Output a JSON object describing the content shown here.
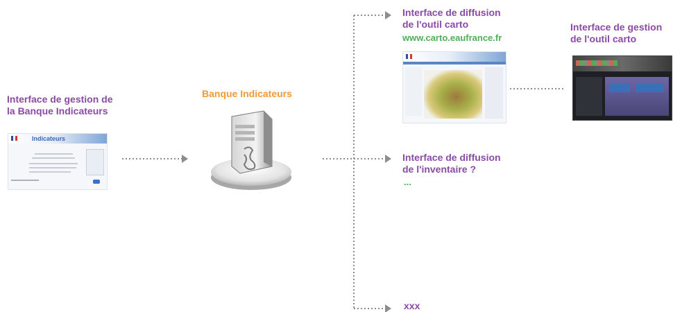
{
  "left": {
    "title_line1": "Interface de gestion de",
    "title_line2": "la Banque Indicateurs",
    "thumbnail_title": "Indicateurs"
  },
  "center": {
    "title": "Banque Indicateurs"
  },
  "top_right": {
    "title_line1": "Interface de diffusion",
    "title_line2": "de l'outil carto",
    "url": "www.carto.eaufrance.fr"
  },
  "far_right": {
    "title_line1": "Interface de gestion",
    "title_line2": "de l'outil carto"
  },
  "middle_right": {
    "title_line1": "Interface de diffusion",
    "title_line2": "de l'inventaire ?",
    "ellipsis": "..."
  },
  "bottom_right": {
    "title": "xxx"
  },
  "colors": {
    "purple": "#8a4aa6",
    "orange": "#ee9a36",
    "green": "#4fae57",
    "connector": "#8c8c8c"
  }
}
